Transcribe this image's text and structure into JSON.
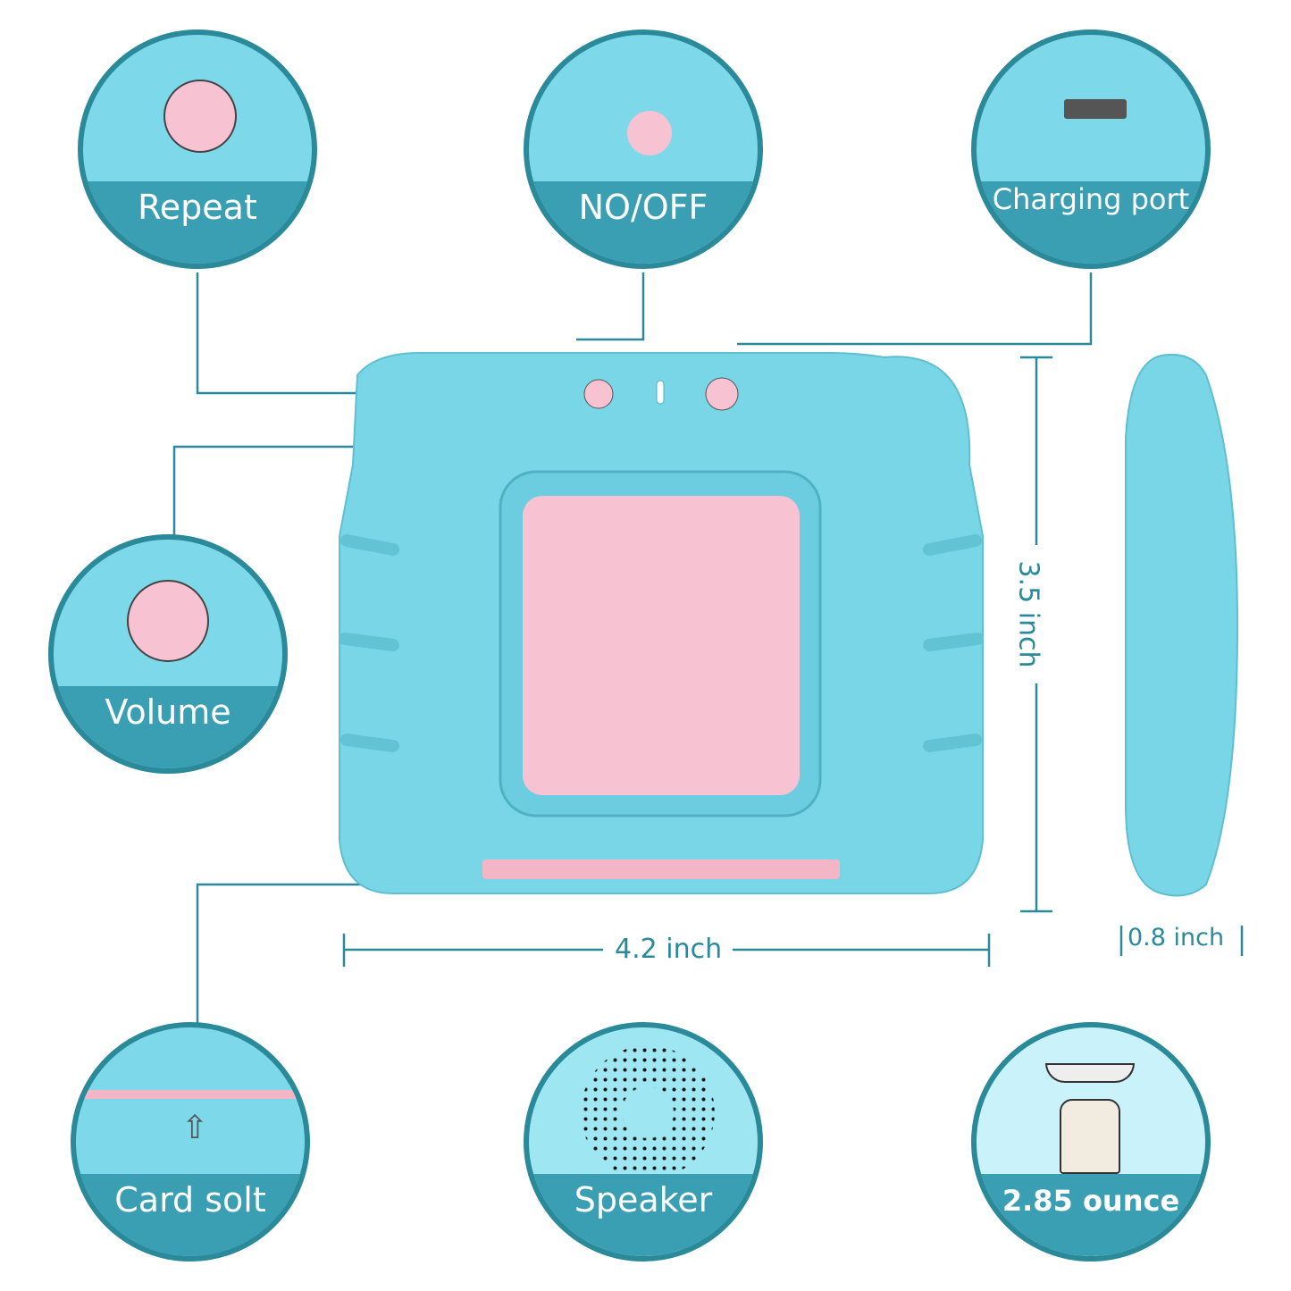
{
  "callouts": {
    "repeat": "Repeat",
    "power": "NO/OFF",
    "charging": "Charging port",
    "volume": "Volume",
    "card_slot": "Card solt",
    "speaker": "Speaker",
    "weight": "2.85 ounce"
  },
  "dimensions": {
    "width": "4.2 inch",
    "height": "3.5 inch",
    "depth": "0.8 inch"
  },
  "colors": {
    "ring": "#2a8a9a",
    "fill": "#7dd9ea",
    "band": "#3a9fb2",
    "device": "#79d6e6",
    "screen": "#f7c3d2"
  }
}
